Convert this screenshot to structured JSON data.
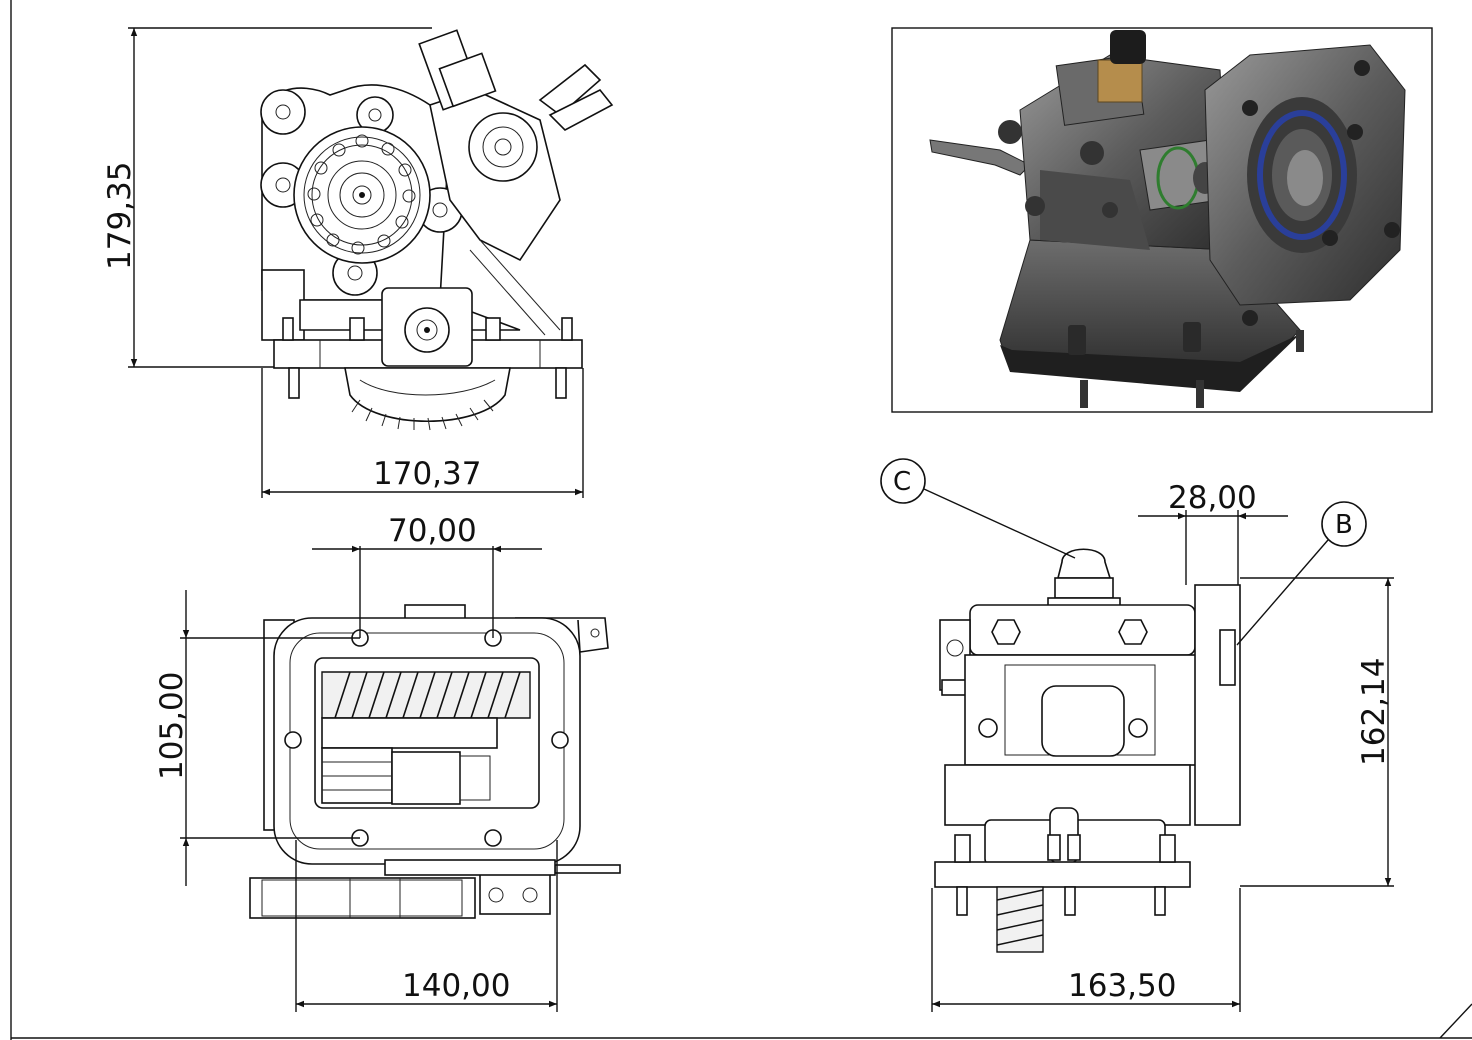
{
  "drawing": {
    "dimensions": {
      "top_left_height": "179,35",
      "top_left_width": "170,37",
      "bottom_left_hole_spacing": "70,00",
      "bottom_left_height": "105,00",
      "bottom_left_width": "140,00",
      "bottom_right_offset": "28,00",
      "bottom_right_height": "162,14",
      "bottom_right_width": "163,50"
    },
    "callouts": {
      "c": "C",
      "b": "B"
    }
  }
}
